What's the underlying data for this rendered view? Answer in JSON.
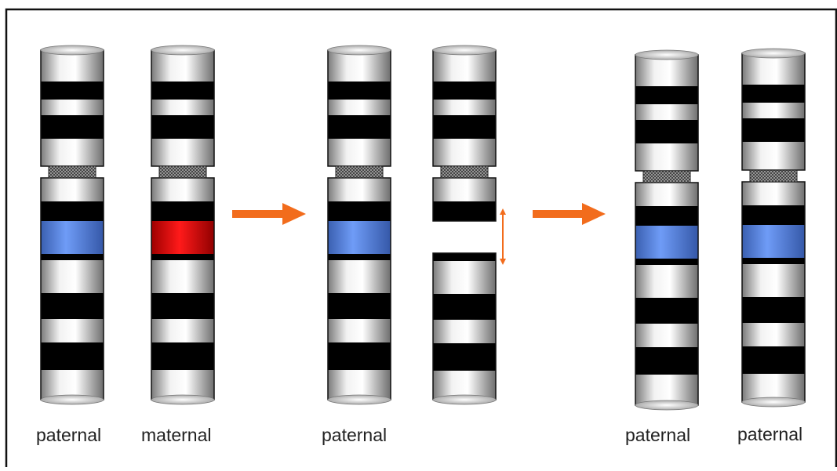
{
  "labels": {
    "chrom1": "paternal",
    "chrom2": "maternal",
    "chrom3": "paternal",
    "chrom5": "paternal",
    "chrom6": "paternal"
  },
  "colors": {
    "frame": "#111111",
    "band_dark": "#000000",
    "band_light": "#eaeaea",
    "centromere": "#8a8a8a",
    "paternal_band": "#5b8ff0",
    "maternal_band": "#ee0000",
    "arrow": "#f26c1c"
  },
  "steps": [
    {
      "step": 1,
      "chromosomes": [
        "paternal",
        "maternal"
      ],
      "highlight": [
        "paternal-blue",
        "maternal-red"
      ]
    },
    {
      "step": 2,
      "chromosomes": [
        "paternal",
        "maternal-with-deleted-segment"
      ],
      "highlight": [
        "paternal-blue",
        "gap"
      ]
    },
    {
      "step": 3,
      "chromosomes": [
        "paternal",
        "paternal"
      ],
      "highlight": [
        "paternal-blue",
        "paternal-blue"
      ]
    }
  ]
}
